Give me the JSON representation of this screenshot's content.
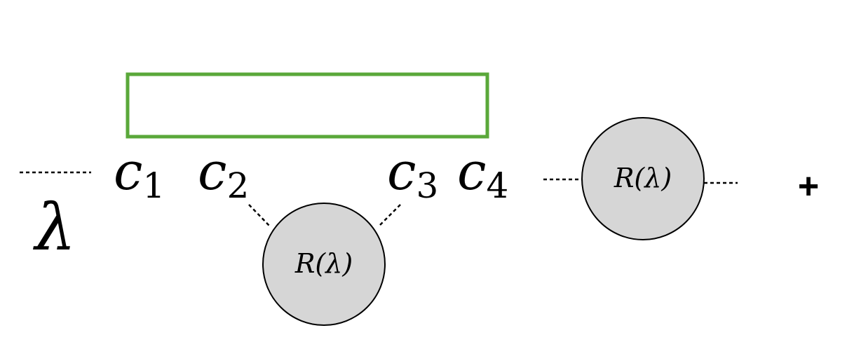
{
  "colors": {
    "box_stroke": "#5aa83a",
    "node_fill": "#d6d6d6",
    "ink": "#000000"
  },
  "labels": {
    "lambda": "λ",
    "plus": "+"
  },
  "legs": [
    {
      "base": "c",
      "sub": "1"
    },
    {
      "base": "c",
      "sub": "2"
    },
    {
      "base": "c",
      "sub": "3"
    },
    {
      "base": "c",
      "sub": "4"
    }
  ],
  "nodes": [
    {
      "label": "R(λ)"
    },
    {
      "label": "R(λ)"
    }
  ]
}
